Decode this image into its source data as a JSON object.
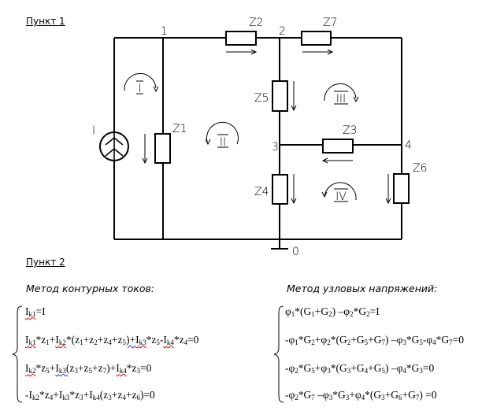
{
  "section1": {
    "heading": "Пункт 1"
  },
  "circuit": {
    "source_label": "I",
    "nodes": {
      "n0": "0",
      "n1": "1",
      "n2": "2",
      "n3": "3",
      "n4": "4"
    },
    "impedances": {
      "z1": "Z1",
      "z2": "Z2",
      "z3": "Z3",
      "z4": "Z4",
      "z5": "Z5",
      "z6": "Z6",
      "z7": "Z7"
    },
    "loops": {
      "l1": "I",
      "l2": "II",
      "l3": "III",
      "l4": "IV"
    }
  },
  "section2": {
    "heading": "Пункт 2",
    "mesh_method_title": "Метод контурных токов:",
    "nodal_method_title": "Метод узловых напряжений:",
    "mesh_equations": [
      "Ik1=I",
      "Ik1*z1+Ik2*(z1+z2+z4+z5)+Ik3*z5-Ik4*z4=0",
      "Ik2*z5+Ik3(z3+z5+z7)+Ik4*z3=0",
      "-Ik2*z4+Ik3*z3+Ik4(z3+z4+z6)=0"
    ],
    "nodal_equations": [
      "φ1*(G1+G2) –φ2*G2=I",
      "-φ1*G2+φ2*(G2+G5+G7) –φ3*G5-φ4*G7=0",
      "-φ2*G5+φ3*(G3+G4+G5) –φ4*G3=0",
      "-φ2*G7 –φ3*G3+φ4*(G3+G6+G7) =0"
    ]
  }
}
